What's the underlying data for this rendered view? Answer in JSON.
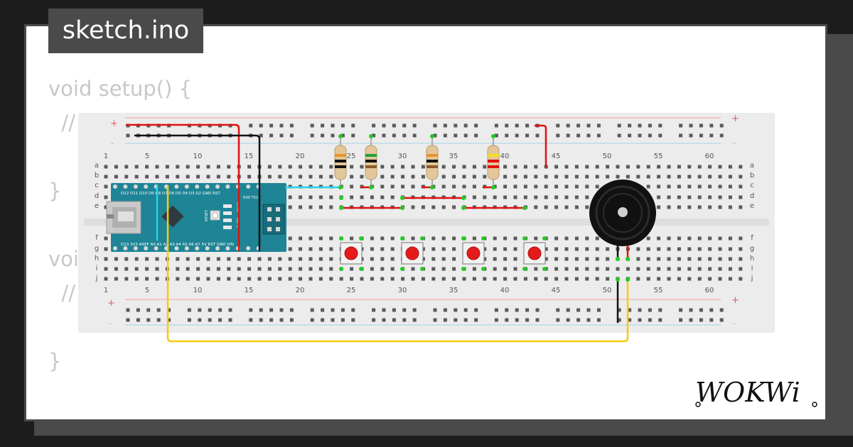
{
  "file_tab": {
    "label": "sketch.ino"
  },
  "code_lines": [
    "void setup() {",
    "  //",
    "}",
    "voi",
    "  //",
    "}"
  ],
  "breadboard": {
    "column_numbers": [
      "1",
      "5",
      "10",
      "15",
      "20",
      "25",
      "30",
      "35",
      "40",
      "45",
      "50",
      "55",
      "60"
    ],
    "row_letters_top": [
      "a",
      "b",
      "c",
      "d",
      "e"
    ],
    "row_letters_bottom": [
      "f",
      "g",
      "h",
      "i",
      "j"
    ],
    "plus_sign": "+",
    "minus_sign": "-"
  },
  "arduino": {
    "top_pins": "D12 D11 D10  D9  D8  D7  D6  D5  D4  D3  D2  GND RST",
    "top_right_label": "RX0 TX1",
    "bottom_pins": "D13 3V3 AREF A0  A1  A2  A3  A4  A5  A6  A7  5V  RST GND VIN",
    "reset_label": "RESET",
    "tx_rx_label": "TX RX",
    "on_label": "ON",
    "l_label": "L"
  },
  "logo": {
    "text": "WOKWi"
  },
  "colors": {
    "background": "#1c1c1c",
    "card": "#ffffff",
    "card_border": "#4a4a4a",
    "tab": "#4a4a4a",
    "code_text": "#c8c8c8",
    "breadboard": "#ececec",
    "wire_red": "#e01010",
    "wire_black": "#111111",
    "wire_cyan": "#22d3ee",
    "wire_yellow": "#f5cc14",
    "arduino_blue": "#1e8496",
    "button_red": "#e51b1b",
    "pin_green": "#22cc22"
  },
  "components": {
    "resistors": 4,
    "pushbuttons": 4,
    "buzzer_icon": "buzzer-icon",
    "usb_icon": "usb-connector-icon"
  }
}
